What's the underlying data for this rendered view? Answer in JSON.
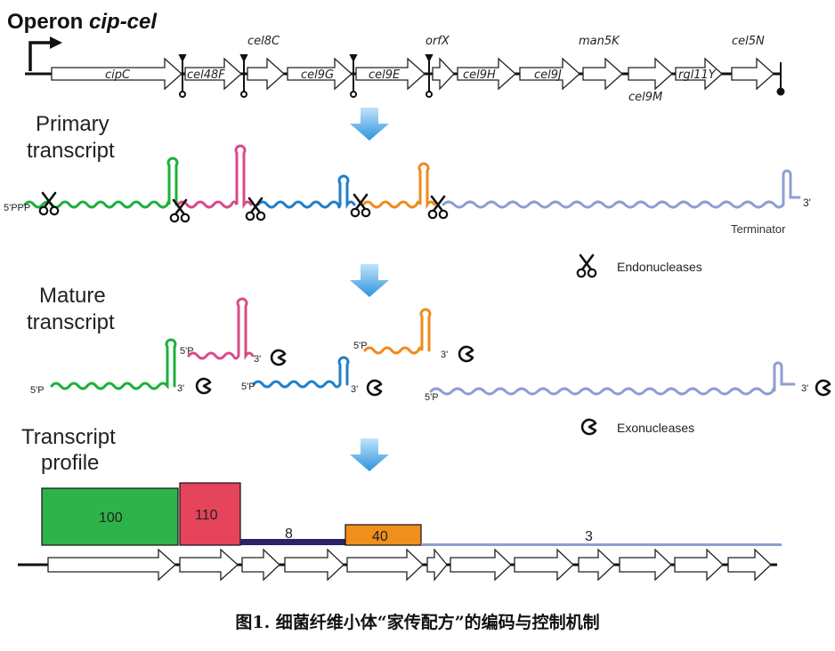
{
  "title": {
    "prefix": "Operon ",
    "italic": "cip-cel"
  },
  "genes": [
    {
      "label": "cipC"
    },
    {
      "label": "cel48F"
    },
    {
      "label": "cel8C"
    },
    {
      "label": "cel9G"
    },
    {
      "label": "cel9E"
    },
    {
      "label": "orfX"
    },
    {
      "label": "cel9H"
    },
    {
      "label": "cel9J"
    },
    {
      "label": "man5K"
    },
    {
      "label": "cel9M"
    },
    {
      "label": "rgl11Y"
    },
    {
      "label": "cel5N"
    }
  ],
  "sections": {
    "primary_1": "Primary",
    "primary_2": "transcript",
    "mature_1": "Mature",
    "mature_2": "transcript",
    "profile_1": "Transcript",
    "profile_2": "profile"
  },
  "ends": {
    "five_ppp": "5'PPP",
    "three": "3'",
    "five_p": "5'P",
    "terminator": "Terminator"
  },
  "legend": {
    "endonucleases": "Endonucleases",
    "exonucleases": "Exonucleases"
  },
  "profile_values": [
    "100",
    "110",
    "8",
    "40",
    "3"
  ],
  "colors": {
    "green": "#1bb03a",
    "pink": "#d84b86",
    "blue": "#1f7fc8",
    "orange": "#ef8a1c",
    "lavender": "#8d9ed0",
    "bar_green": "#2db34a",
    "bar_red": "#e5445a",
    "bar_navy": "#2a2466",
    "bar_orange": "#f08f1c",
    "arrow_blue": "#3fa3e6"
  },
  "caption": "图1. 细菌纤维小体“家传配方”的编码与控制机制"
}
